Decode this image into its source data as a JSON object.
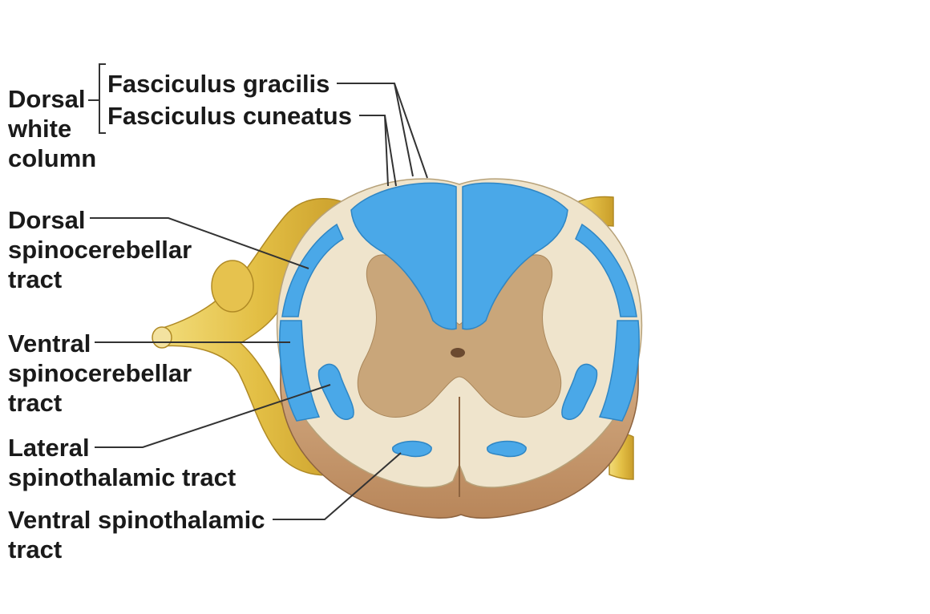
{
  "labels": {
    "dorsal_white_column": [
      "Dorsal",
      "white",
      "column"
    ],
    "fasciculus_gracilis": "Fasciculus gracilis",
    "fasciculus_cuneatus": "Fasciculus cuneatus",
    "dorsal_spinocerebellar": [
      "Dorsal",
      "spinocerebellar",
      "tract"
    ],
    "ventral_spinocerebellar": [
      "Ventral",
      "spinocerebellar",
      "tract"
    ],
    "lateral_spinothalamic": [
      "Lateral",
      "spinothalamic tract"
    ],
    "ventral_spinothalamic": [
      "Ventral spinothalamic",
      "tract"
    ]
  },
  "colors": {
    "tract_blue": "#4aa8e8",
    "gray_matter": "#c9a67a",
    "white_matter": "#efe4cc",
    "nerve_yellow": "#e8c850",
    "cut_surface_brown": "#c89a6a",
    "leader_line": "#333333"
  }
}
